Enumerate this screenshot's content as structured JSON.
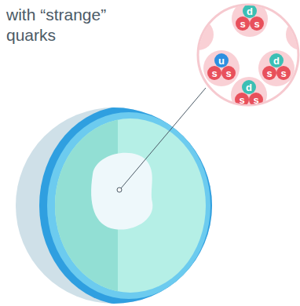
{
  "diagram": {
    "title": "with “strange” quarks",
    "nodes": [
      {
        "text": [
          "d"
        ]
      },
      {
        "text": [
          "s"
        ]
      },
      {
        "text": [
          "s"
        ]
      },
      {
        "text": [
          "u"
        ]
      },
      {
        "text": [
          "s"
        ]
      },
      {
        "text": [
          "s"
        ]
      },
      {
        "text": [
          "d"
        ]
      },
      {
        "text": [
          "s"
        ]
      },
      {
        "text": [
          "s"
        ]
      },
      {
        "text": [
          "d"
        ]
      },
      {
        "text": [
          "s"
        ]
      },
      {
        "text": [
          "s"
        ]
      }
    ]
  }
}
